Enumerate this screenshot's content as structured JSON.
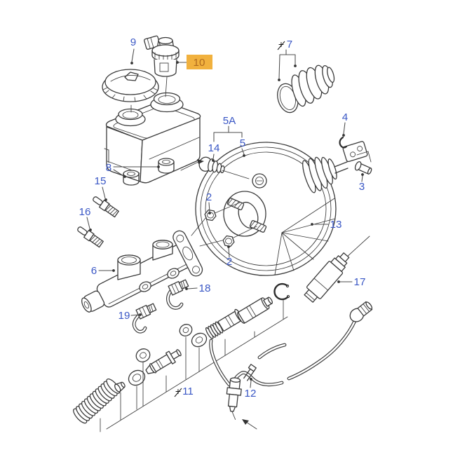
{
  "colors": {
    "background": "#ffffff",
    "line": "#3a3a3a",
    "callout_blue": "#3A57C5",
    "highlight_bg": "#F1B13E",
    "highlight_text": "#B06A1E"
  },
  "highlight": {
    "selected_callout": "10"
  },
  "callouts": {
    "c2a": {
      "text": "2"
    },
    "c2b": {
      "text": "2"
    },
    "c3": {
      "text": "3"
    },
    "c4": {
      "text": "4"
    },
    "c5": {
      "text": "5"
    },
    "c5a": {
      "text": "5A"
    },
    "c6": {
      "text": "6"
    },
    "c7": {
      "text": "7",
      "prefix": "+"
    },
    "c8": {
      "text": "8"
    },
    "c9": {
      "text": "9"
    },
    "c10": {
      "text": "10",
      "highlighted": true
    },
    "c11": {
      "text": "11",
      "prefix": "+"
    },
    "c12": {
      "text": "12"
    },
    "c13": {
      "text": "13"
    },
    "c14": {
      "text": "14"
    },
    "c15": {
      "text": "15"
    },
    "c16": {
      "text": "16"
    },
    "c17": {
      "text": "17"
    },
    "c18": {
      "text": "18"
    },
    "c19": {
      "text": "19"
    }
  }
}
